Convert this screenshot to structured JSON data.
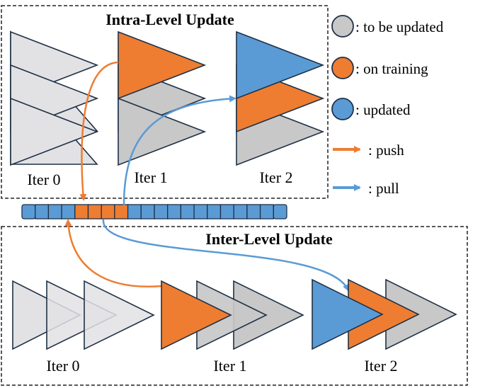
{
  "title_intra": "Intra-Level Update",
  "title_inter": "Inter-Level Update",
  "iters_top": [
    "Iter 0",
    "Iter 1",
    "Iter 2"
  ],
  "iters_bottom": [
    "Iter 0",
    "Iter 1",
    "Iter 2"
  ],
  "legend": {
    "to_be_updated": ": to be updated",
    "on_training": ": on training",
    "updated": ": updated",
    "push": ": push",
    "pull": ": pull"
  },
  "colors": {
    "gray_light": "#e2e2e4",
    "gray": "#c8c8c8",
    "orange": "#ee7d31",
    "blue": "#5b9bd5",
    "stroke": "#1f3147",
    "push_arrow": "#ee7d31",
    "pull_arrow": "#5b9bd5"
  },
  "buffer": {
    "cells": [
      "blue",
      "blue",
      "blue",
      "blue",
      "orange",
      "orange",
      "orange",
      "orange",
      "blue",
      "blue",
      "blue",
      "blue",
      "blue",
      "blue",
      "blue",
      "blue",
      "blue",
      "blue",
      "blue",
      "blue"
    ]
  }
}
